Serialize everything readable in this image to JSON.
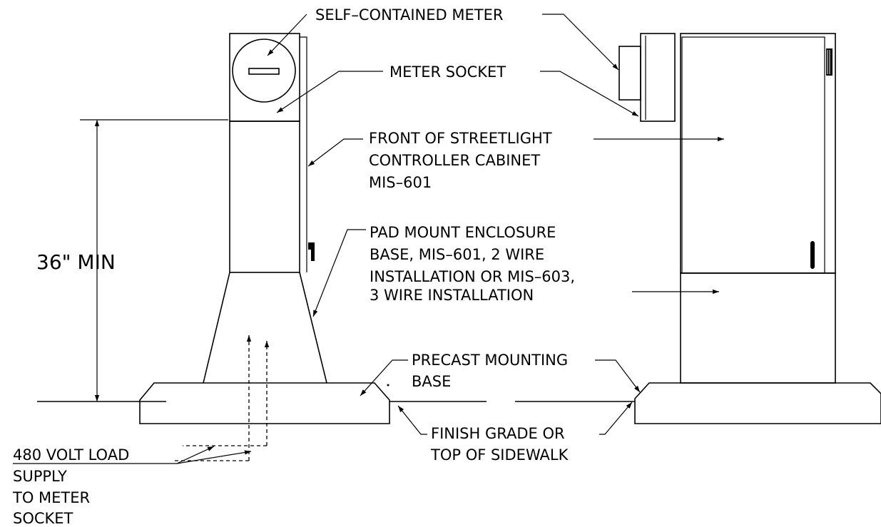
{
  "labels": {
    "self_contained_meter": "SELF–CONTAINED METER",
    "meter_socket": "METER SOCKET",
    "front_line1": "FRONT OF STREETLIGHT",
    "front_line2": "CONTROLLER CABINET",
    "front_line3": "MIS–601",
    "pad_line1": "PAD MOUNT ENCLOSURE",
    "pad_line2": "BASE, MIS–601, 2 WIRE",
    "pad_line3": "INSTALLATION OR MIS–603,",
    "pad_line4": "3 WIRE INSTALLATION",
    "dimension": "36\"  MIN",
    "precast_line1": "PRECAST MOUNTING",
    "precast_line2": "BASE",
    "finish_line1": "FINISH GRADE OR",
    "finish_line2": "TOP OF SIDEWALK",
    "supply_line1": "480 VOLT LOAD",
    "supply_line2": "SUPPLY",
    "supply_line3": "TO METER",
    "supply_line4": "SOCKET"
  }
}
